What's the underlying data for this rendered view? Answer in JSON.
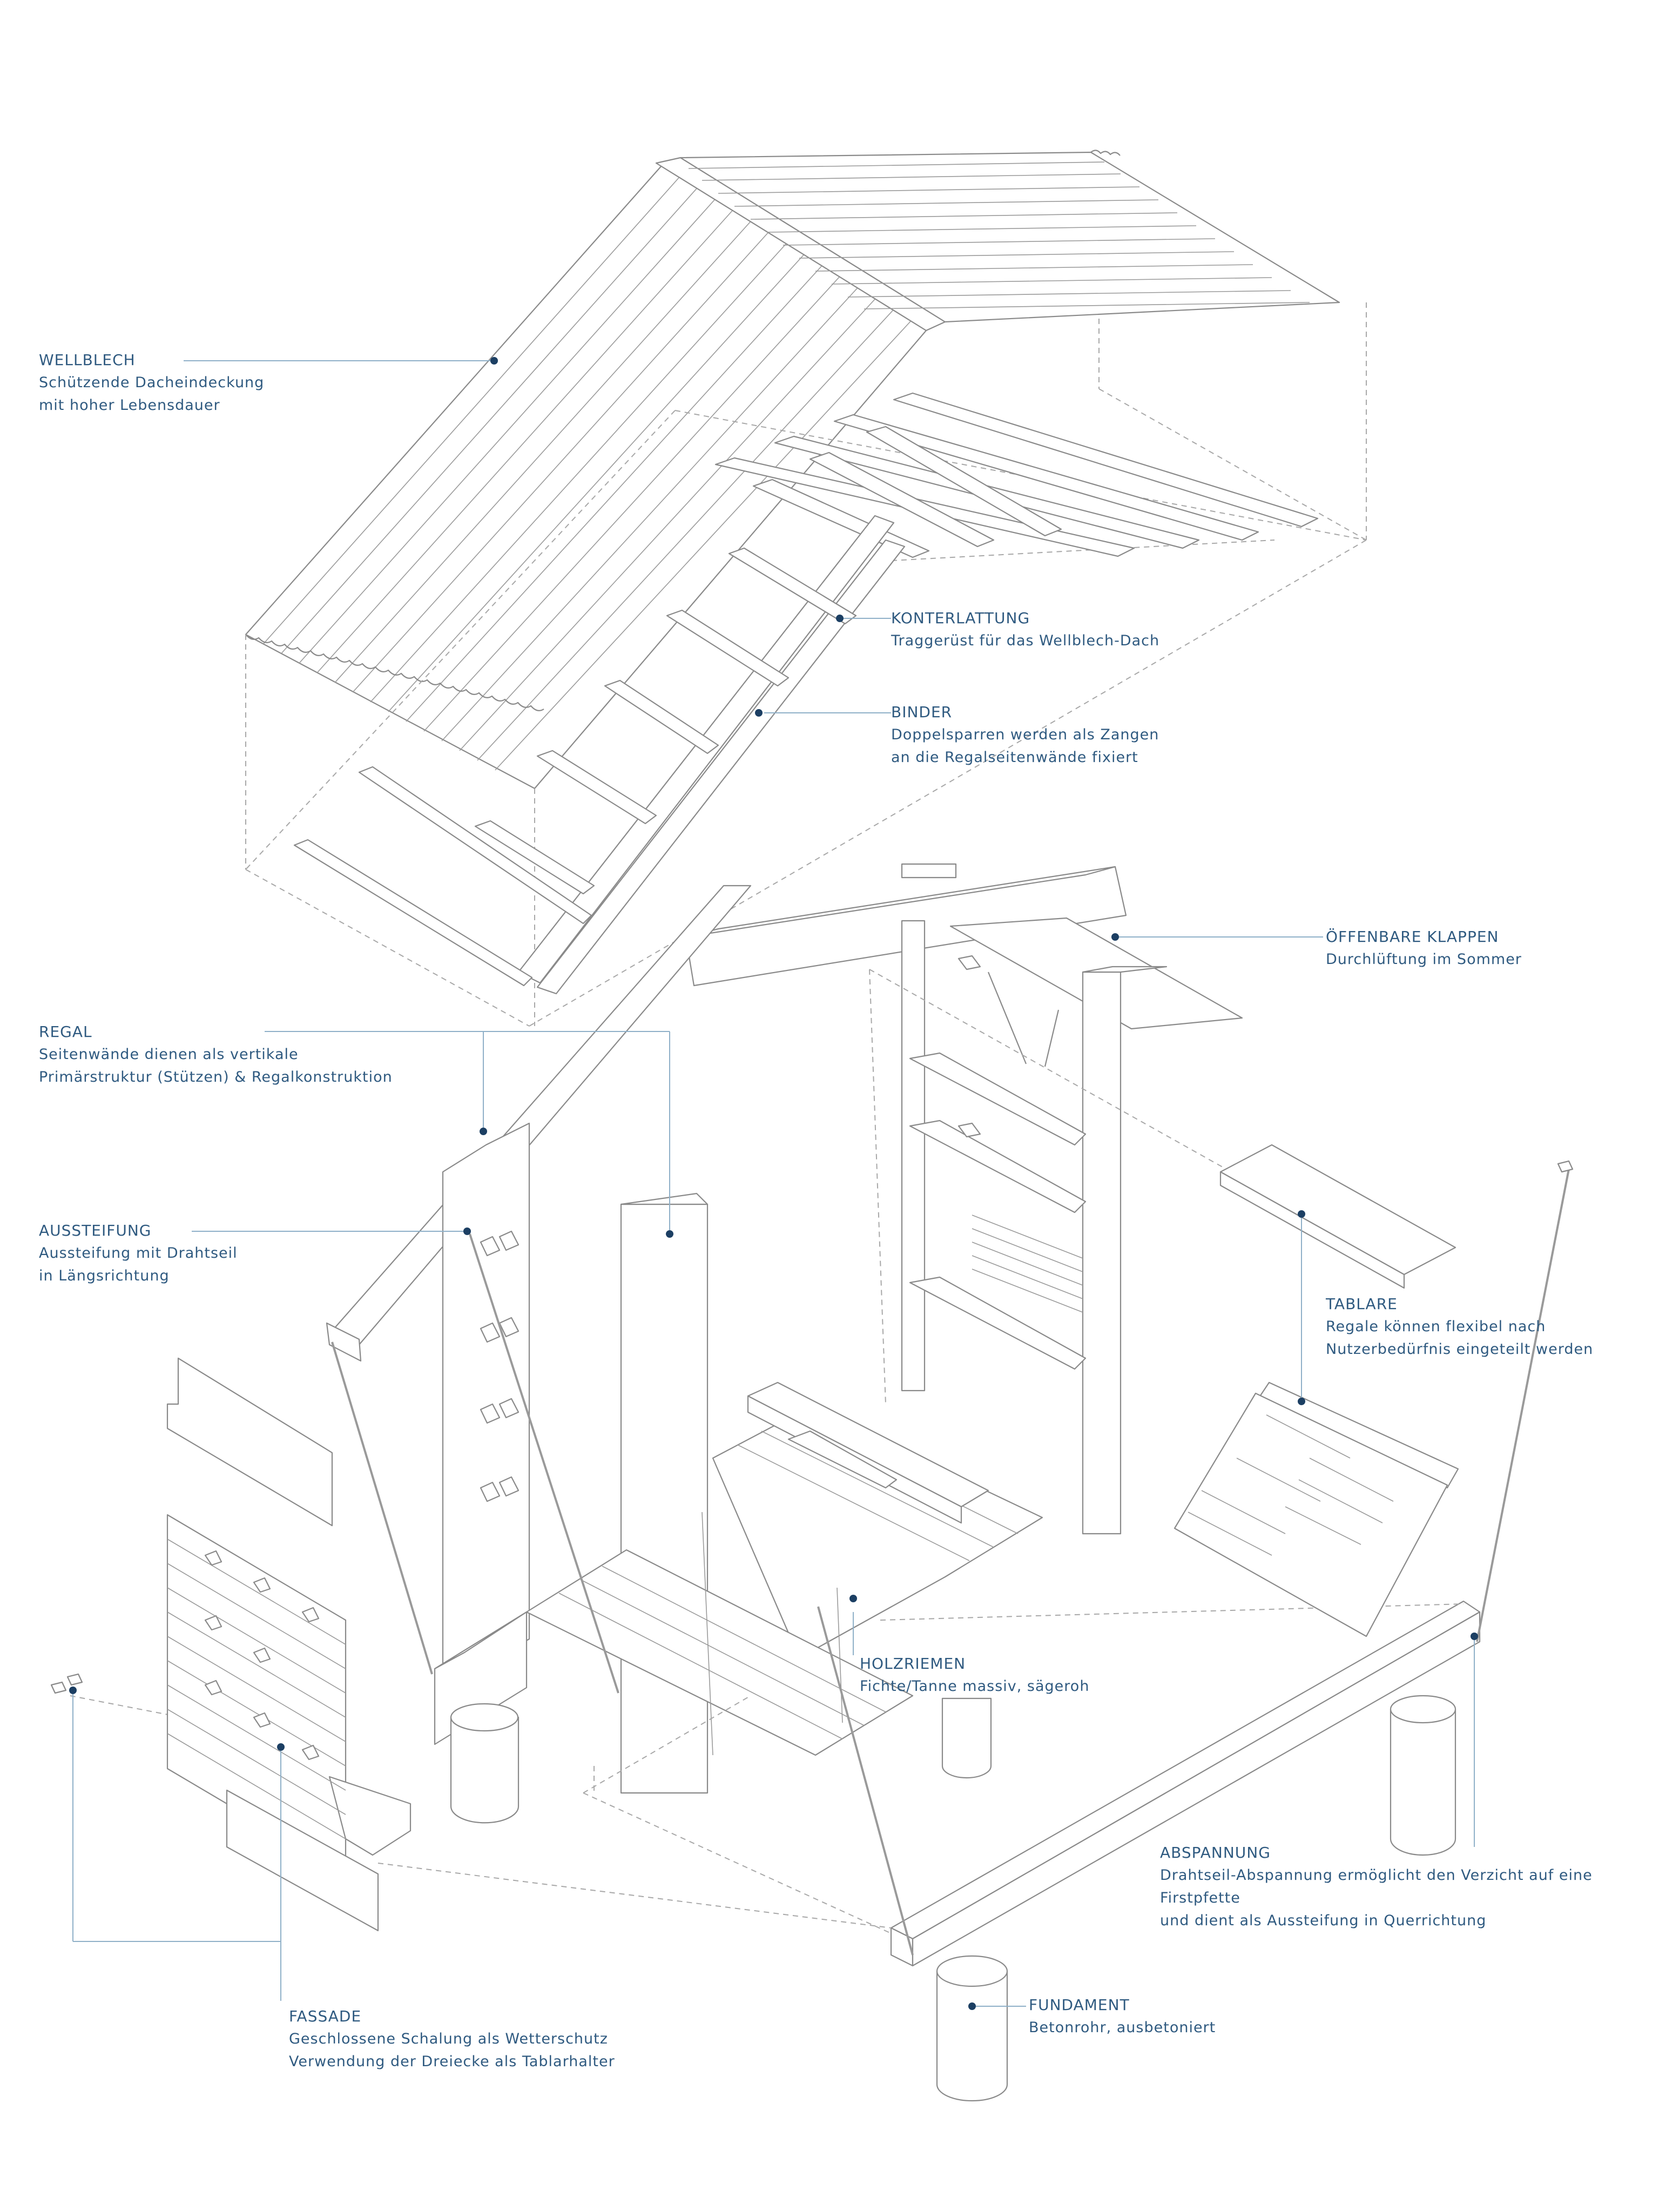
{
  "accent_color": "#2f5a80",
  "leader_color": "#8fb0c8",
  "labels": {
    "wellblech": {
      "title": "WELLBLECH",
      "lines": [
        "Schützende Dacheindeckung",
        "mit hoher Lebensdauer"
      ]
    },
    "konterlattung": {
      "title": "KONTERLATTUNG",
      "lines": [
        "Traggerüst für das Wellblech-Dach"
      ]
    },
    "binder": {
      "title": "BINDER",
      "lines": [
        "Doppelsparren werden als Zangen",
        "an die Regalseitenwände fixiert"
      ]
    },
    "klappen": {
      "title": "ÖFFENBARE KLAPPEN",
      "lines": [
        "Durchlüftung im Sommer"
      ]
    },
    "regal": {
      "title": "REGAL",
      "lines": [
        "Seitenwände dienen als vertikale",
        "Primärstruktur (Stützen) & Regalkonstruktion"
      ]
    },
    "aussteifung": {
      "title": "AUSSTEIFUNG",
      "lines": [
        "Aussteifung mit Drahtseil",
        "in Längsrichtung"
      ]
    },
    "tablare": {
      "title": "TABLARE",
      "lines": [
        "Regale können flexibel nach",
        "Nutzerbedürfnis eingeteilt werden"
      ]
    },
    "holzriemen": {
      "title": "HOLZRIEMEN",
      "lines": [
        "Fichte/Tanne massiv, sägeroh"
      ]
    },
    "abspannung": {
      "title": "ABSPANNUNG",
      "lines": [
        "Drahtseil-Abspannung ermöglicht den Verzicht auf eine Firstpfette",
        "und dient als Aussteifung in Querrichtung"
      ]
    },
    "fundament": {
      "title": "FUNDAMENT",
      "lines": [
        "Betonrohr, ausbetoniert"
      ]
    },
    "fassade": {
      "title": "FASSADE",
      "lines": [
        "Geschlossene Schalung als Wetterschutz",
        "Verwendung der Dreiecke als Tablarhalter"
      ]
    }
  }
}
